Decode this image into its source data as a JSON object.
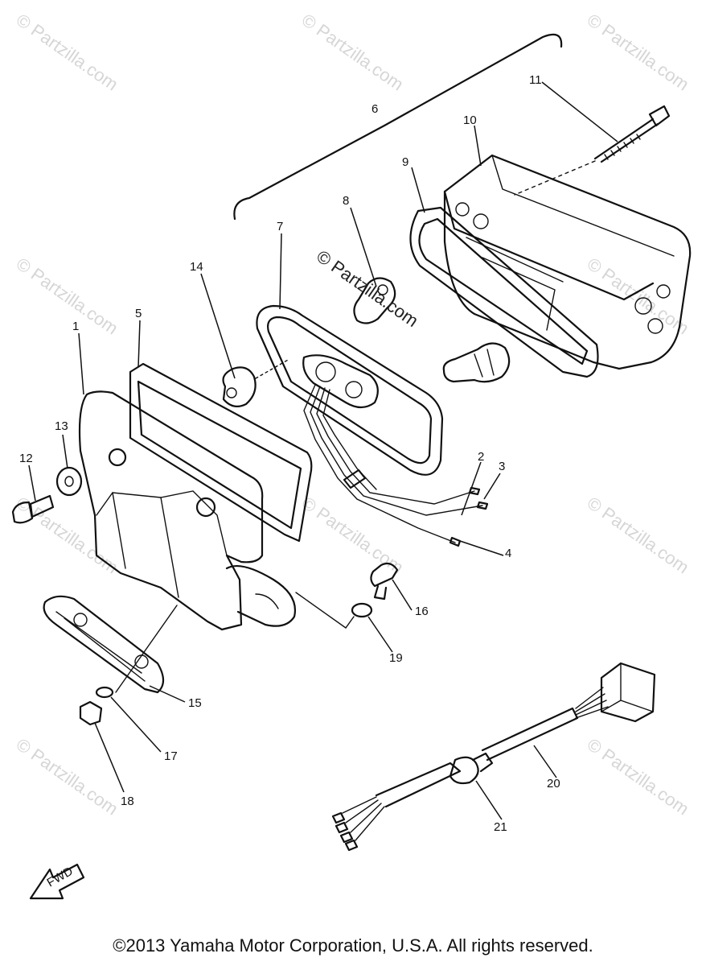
{
  "watermarks": [
    "© Partzilla.com",
    "© Partzilla.com",
    "© Partzilla.com",
    "© Partzilla.com",
    "© Partzilla.com",
    "© Partzilla.com",
    "© Partzilla.com",
    "© Partzilla.com",
    "© Partzilla.com",
    "© Partzilla.com"
  ],
  "center_watermark": "© Partzilla.com",
  "callouts": [
    "1",
    "2",
    "3",
    "4",
    "5",
    "6",
    "7",
    "8",
    "9",
    "10",
    "11",
    "12",
    "13",
    "14",
    "15",
    "16",
    "17",
    "18",
    "19",
    "20",
    "21"
  ],
  "fwd_label": "FWD",
  "copyright": "©2013 Yamaha Motor Corporation, U.S.A. All rights reserved."
}
